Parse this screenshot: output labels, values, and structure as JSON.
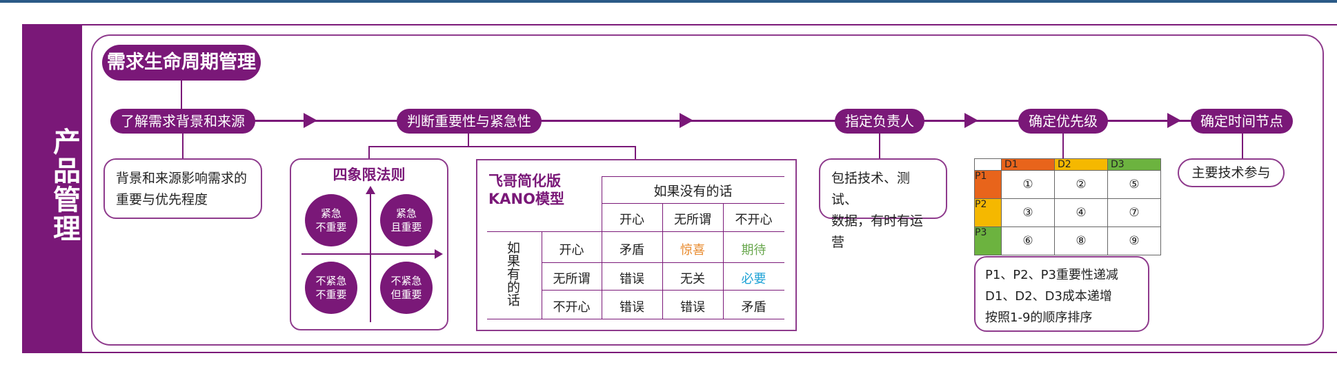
{
  "sidebar": {
    "title": "产品管理"
  },
  "title": "需求生命周期管理",
  "steps": [
    {
      "label": "了解需求背景和来源"
    },
    {
      "label": "判断重要性与紧急性"
    },
    {
      "label": "指定负责人"
    },
    {
      "label": "确定优先级"
    },
    {
      "label": "确定时间节点"
    }
  ],
  "notes": {
    "background": [
      "背景和来源影响需求的",
      "重要与优先程度"
    ],
    "owner": [
      "包括技术、测试、",
      "数据，有时有运营"
    ],
    "timeline": "主要技术参与",
    "priority": [
      "P1、P2、P3重要性递减",
      "D1、D2、D3成本递增",
      "按照1-9的顺序排序"
    ]
  },
  "quadrant": {
    "title": "四象限法则",
    "items": [
      {
        "line1": "紧急",
        "line2": "不重要"
      },
      {
        "line1": "紧急",
        "line2": "且重要"
      },
      {
        "line1": "不紧急",
        "line2": "不重要"
      },
      {
        "line1": "不紧急",
        "line2": "但重要"
      }
    ]
  },
  "kano": {
    "title1": "飞哥简化版",
    "title2": "KANO模型",
    "col_group": "如果没有的话",
    "columns": [
      "开心",
      "无所谓",
      "不开心"
    ],
    "row_group": "如果有的话",
    "rows": [
      {
        "label": "开心",
        "cells": [
          "矛盾",
          "惊喜",
          "期待"
        ]
      },
      {
        "label": "无所谓",
        "cells": [
          "错误",
          "无关",
          "必要"
        ]
      },
      {
        "label": "不开心",
        "cells": [
          "错误",
          "错误",
          "矛盾"
        ]
      }
    ],
    "colors": {
      "surprise": "#e8892b",
      "expect": "#6aa84f",
      "must": "#1fa3d6"
    }
  },
  "priority_grid": {
    "columns": [
      "D1",
      "D2",
      "D3"
    ],
    "column_colors": [
      "#e8641b",
      "#f5b800",
      "#6cb33f"
    ],
    "rows": [
      {
        "label": "P1",
        "color": "#e8641b",
        "cells": [
          "①",
          "②",
          "⑤"
        ]
      },
      {
        "label": "P2",
        "color": "#f5b800",
        "cells": [
          "③",
          "④",
          "⑦"
        ]
      },
      {
        "label": "P3",
        "color": "#6cb33f",
        "cells": [
          "⑥",
          "⑧",
          "⑨"
        ]
      }
    ]
  },
  "colors": {
    "brand": "#7a1878"
  }
}
